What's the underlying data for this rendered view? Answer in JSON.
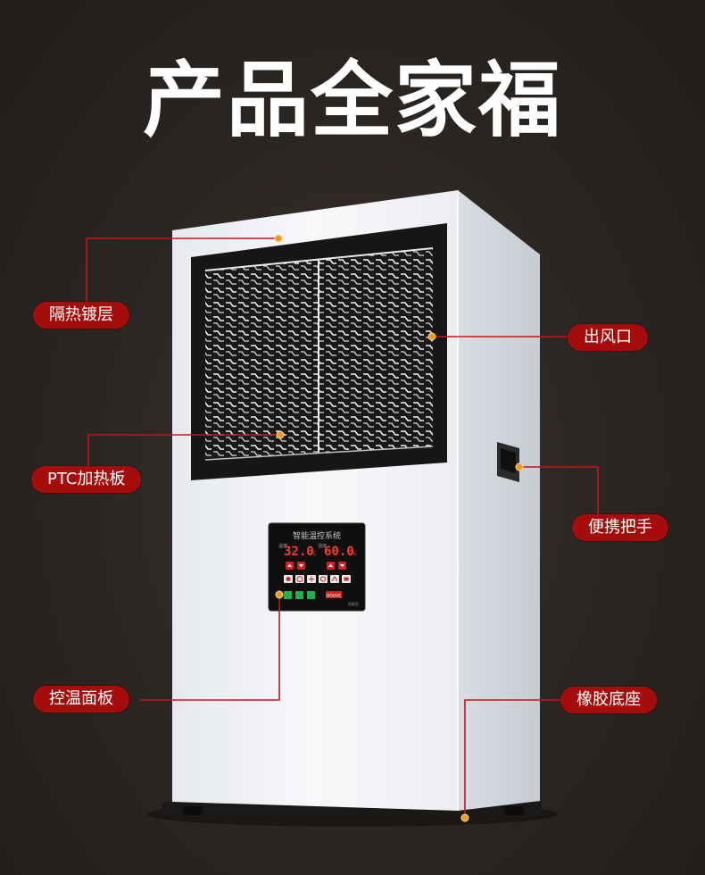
{
  "title": "产品全家福",
  "callouts": {
    "insulation": "隔热镀层",
    "heater": "PTC加热板",
    "control": "控温面板",
    "outlet": "出风口",
    "handle": "便携把手",
    "feet": "橡胶底座"
  },
  "panel": {
    "header": "智能温控系统",
    "temp_left_label": "温度",
    "temp_left_value": "32.0",
    "temp_left_unit": "℃",
    "temp_right_label": "湿度",
    "temp_right_value": "60.0",
    "temp_right_unit": "%",
    "brand_badge": "DOUVE",
    "model_label": "智能型"
  },
  "colors": {
    "accent": "#a50d0d",
    "leader_line": "#c8141a",
    "dot": "#f29a1f",
    "background": "#2b2522",
    "lcd_digits": "#ff3a2a"
  },
  "icons": [
    "mode-icon",
    "fan-icon",
    "timer-icon",
    "power-icon",
    "up-arrow-icon",
    "down-arrow-icon"
  ]
}
